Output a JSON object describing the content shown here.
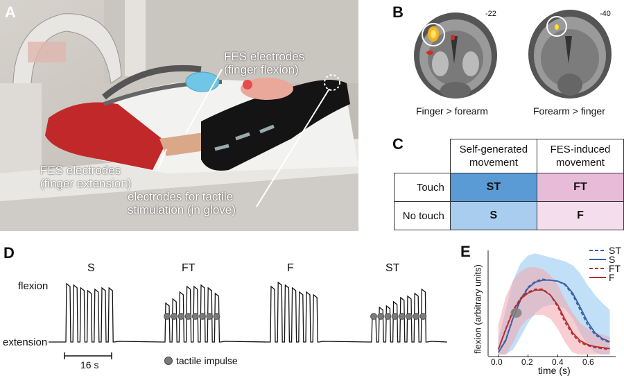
{
  "panelA": {
    "letter": "A",
    "annotations": {
      "fes_flexion_line1": "FES electrodes",
      "fes_flexion_line2": "(finger flexion)",
      "fes_extension_line1": "FES electrodes",
      "fes_extension_line2": "(finger extension)",
      "tactile_line1": "electrodes for tactile",
      "tactile_line2": "stimulation (in glove)"
    }
  },
  "panelB": {
    "letter": "B",
    "left_slice": "-22",
    "right_slice": "-40",
    "left_caption": "Finger > forearm",
    "right_caption": "Forearm > finger"
  },
  "panelC": {
    "letter": "C",
    "col_headers": [
      {
        "line1": "Self-generated",
        "line2": "movement"
      },
      {
        "line1": "FES-induced",
        "line2": "movement"
      }
    ],
    "rows": [
      {
        "label": "Touch",
        "cells": [
          "ST",
          "FT"
        ]
      },
      {
        "label": "No touch",
        "cells": [
          "S",
          "F"
        ]
      }
    ],
    "colors": {
      "ST": "#5b9bd5",
      "S": "#a9cdee",
      "FT": "#e8bcd9",
      "F": "#f4dded"
    }
  },
  "panelD": {
    "letter": "D",
    "conditions": [
      "S",
      "FT",
      "F",
      "ST"
    ],
    "flexion_label": "flexion",
    "extension_label": "extension",
    "scale_label": "16 s",
    "legend_label": "tactile impulse"
  },
  "chart_data": {
    "type": "line",
    "title": "",
    "xlabel": "time (s)",
    "ylabel": "flexion (arbitrary units)",
    "xticks": [
      "0.0",
      "0.2",
      "0.4",
      "0.6"
    ],
    "xlim": [
      -0.05,
      0.78
    ],
    "ylim": [
      0,
      1.05
    ],
    "grid": false,
    "legend_position": "top-right",
    "x": [
      0.0,
      0.05,
      0.1,
      0.15,
      0.2,
      0.25,
      0.3,
      0.35,
      0.4,
      0.45,
      0.5,
      0.55,
      0.6,
      0.65,
      0.7,
      0.75
    ],
    "series": [
      {
        "name": "ST",
        "style": "dashed",
        "color": "#3a5fa8",
        "values": [
          0.02,
          0.15,
          0.38,
          0.56,
          0.68,
          0.74,
          0.76,
          0.75,
          0.74,
          0.7,
          0.6,
          0.45,
          0.3,
          0.2,
          0.15,
          0.12
        ]
      },
      {
        "name": "S",
        "style": "solid",
        "color": "#3a5fa8",
        "values": [
          0.02,
          0.14,
          0.37,
          0.55,
          0.67,
          0.73,
          0.75,
          0.75,
          0.74,
          0.71,
          0.62,
          0.48,
          0.33,
          0.22,
          0.16,
          0.13
        ]
      },
      {
        "name": "FT",
        "style": "dashed",
        "color": "#b03030",
        "values": [
          0.05,
          0.26,
          0.45,
          0.57,
          0.63,
          0.66,
          0.66,
          0.6,
          0.48,
          0.32,
          0.2,
          0.12,
          0.09,
          0.07,
          0.06,
          0.05
        ]
      },
      {
        "name": "F",
        "style": "solid",
        "color": "#b03030",
        "values": [
          0.05,
          0.25,
          0.44,
          0.56,
          0.62,
          0.65,
          0.65,
          0.6,
          0.5,
          0.35,
          0.22,
          0.14,
          0.1,
          0.08,
          0.07,
          0.06
        ]
      }
    ],
    "bands": [
      {
        "series": "S",
        "color": "#8ec6f0",
        "upper": [
          0.15,
          0.45,
          0.75,
          0.92,
          1.0,
          1.02,
          1.0,
          0.98,
          0.96,
          0.94,
          0.9,
          0.82,
          0.7,
          0.6,
          0.52,
          0.45
        ],
        "lower": [
          0.0,
          0.0,
          0.05,
          0.18,
          0.32,
          0.42,
          0.48,
          0.5,
          0.5,
          0.46,
          0.36,
          0.22,
          0.1,
          0.02,
          0.0,
          0.0
        ]
      },
      {
        "series": "F",
        "color": "#f2a6ad",
        "upper": [
          0.3,
          0.58,
          0.75,
          0.84,
          0.88,
          0.88,
          0.86,
          0.8,
          0.7,
          0.55,
          0.42,
          0.32,
          0.26,
          0.22,
          0.2,
          0.18
        ],
        "lower": [
          0.0,
          0.0,
          0.12,
          0.28,
          0.36,
          0.4,
          0.4,
          0.36,
          0.26,
          0.12,
          0.02,
          0.0,
          0.0,
          0.0,
          0.0,
          0.0
        ]
      }
    ],
    "marker": {
      "x": 0.12,
      "y": 0.42,
      "label": "tactile impulse"
    }
  },
  "panelE": {
    "letter": "E"
  }
}
